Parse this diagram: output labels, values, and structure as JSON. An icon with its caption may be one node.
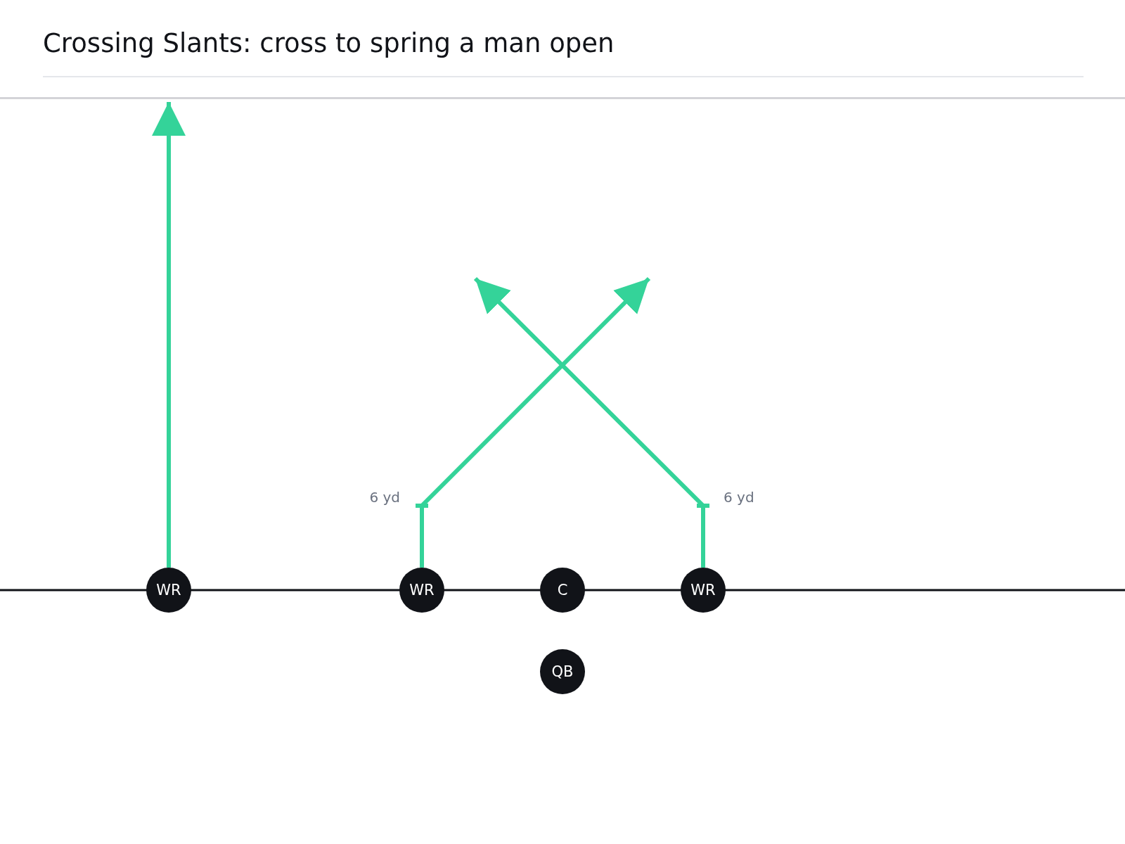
{
  "diagram": {
    "title": "Crossing Slants: cross to spring a man open",
    "nodes": [
      {
        "text": [
          "WR"
        ]
      },
      {
        "text": [
          "WR"
        ]
      },
      {
        "text": [
          "C"
        ]
      },
      {
        "text": [
          "WR"
        ]
      },
      {
        "text": [
          "QB"
        ]
      }
    ],
    "edges": [
      {
        "from": 0,
        "to": null,
        "arrow": "to"
      },
      {
        "from": 1,
        "to": null,
        "arrow": "to"
      },
      {
        "from": 3,
        "to": null,
        "arrow": "to"
      }
    ],
    "labels": [
      "6 yd",
      "6 yd"
    ]
  }
}
